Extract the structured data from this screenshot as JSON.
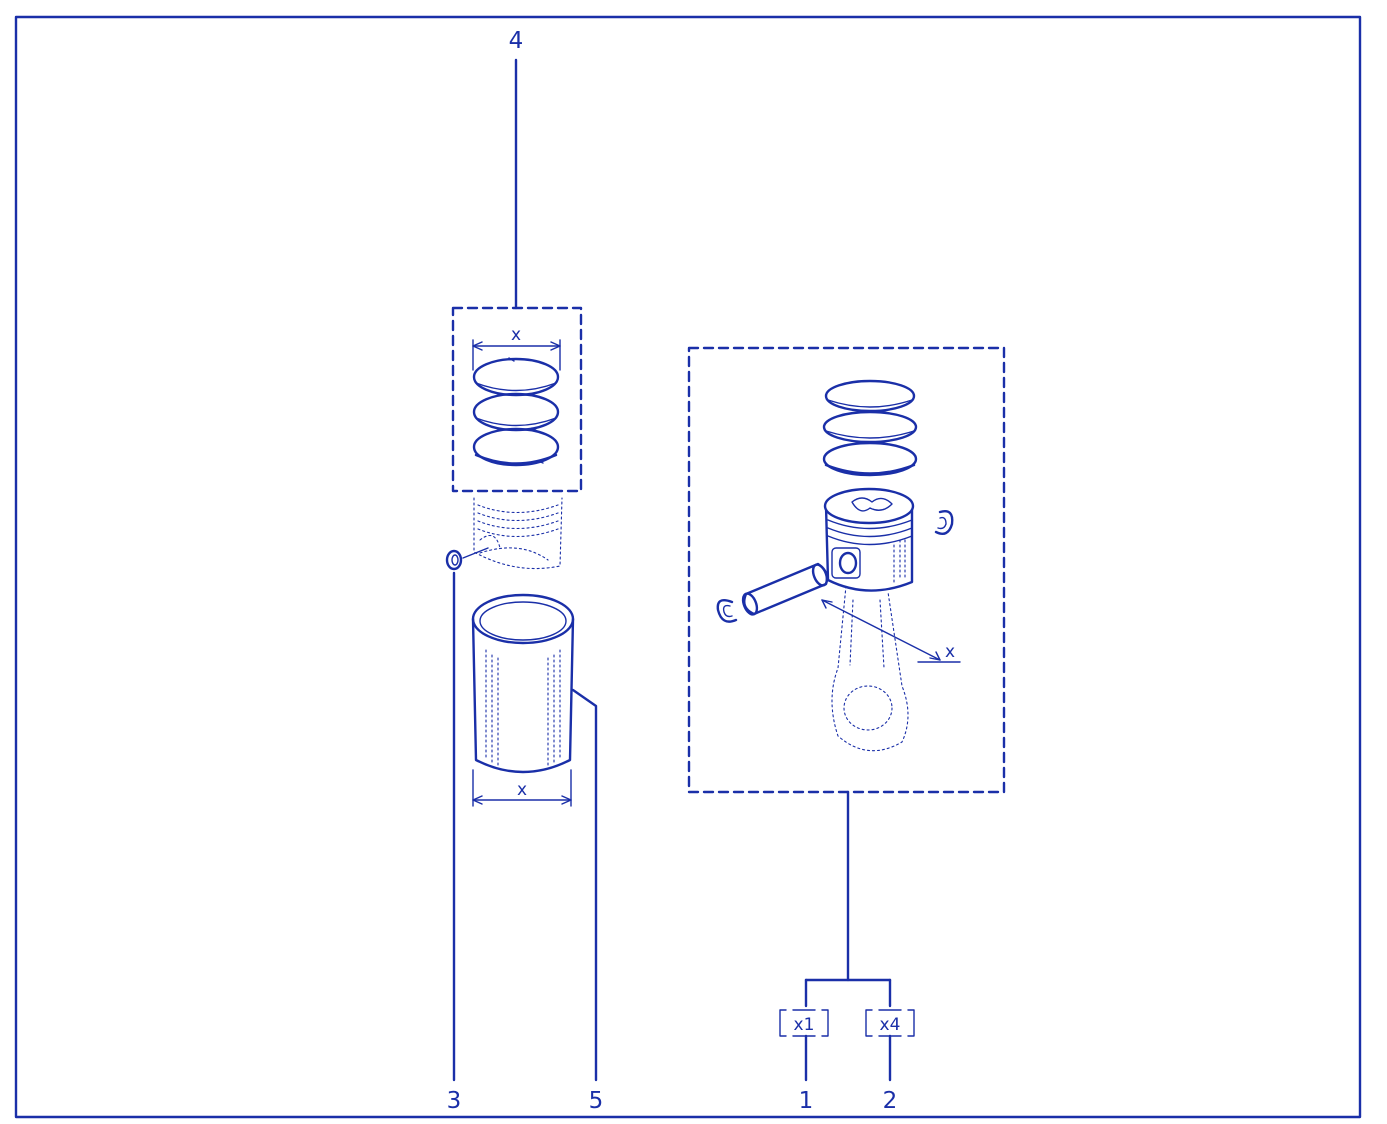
{
  "callouts": {
    "c1": "1",
    "c2": "2",
    "c3": "3",
    "c4": "4",
    "c5": "5"
  },
  "quantities": {
    "q1": "x1",
    "q2": "x4"
  },
  "dimension_marks": {
    "rings": "x",
    "liner": "x",
    "rod": "x"
  },
  "colors": {
    "line": "#1a2fa8",
    "background": "#ffffff"
  }
}
